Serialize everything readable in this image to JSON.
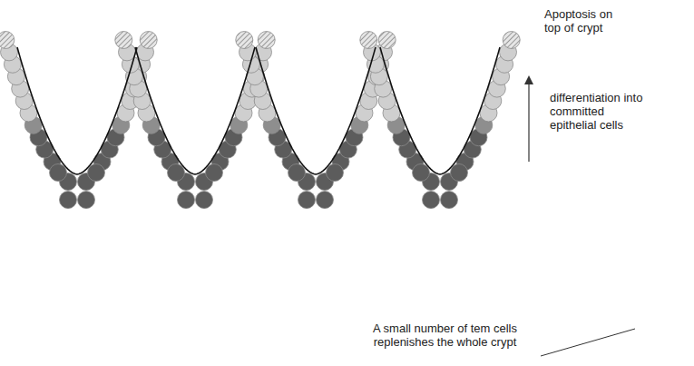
{
  "diagram": {
    "labels": [
      "Apoptosis on top of crypt",
      "differentiation into committed epithelial cells",
      "A small number of tem cells replenishes the whole crypt"
    ]
  }
}
